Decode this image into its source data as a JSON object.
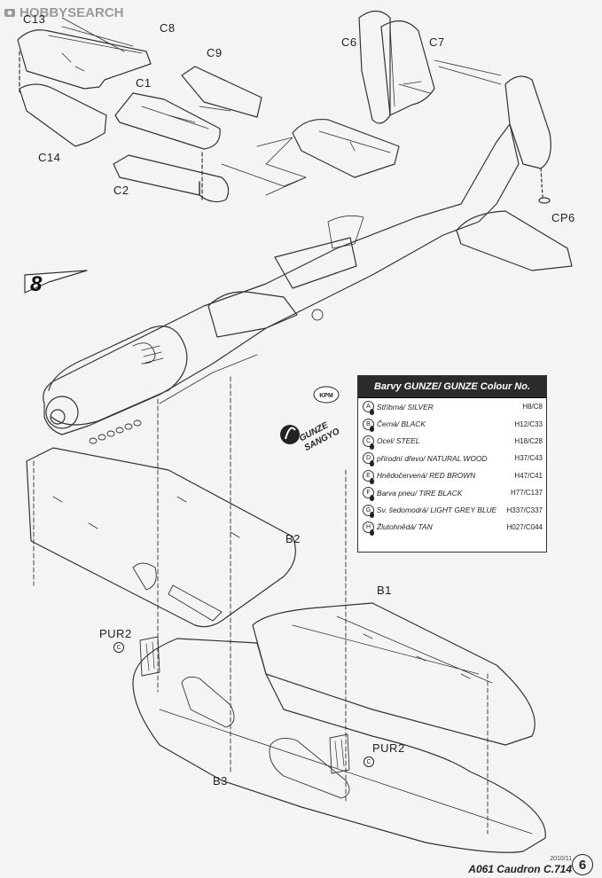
{
  "watermark": {
    "text": "HOBBYSEARCH"
  },
  "step": {
    "number": "8"
  },
  "parts": {
    "c13": "C13",
    "c8": "C8",
    "c9": "C9",
    "c1": "C1",
    "c14": "C14",
    "c2": "C2",
    "c6": "C6",
    "c7": "C7",
    "cp6": "CP6",
    "b2": "B2",
    "b1": "B1",
    "b3": "B3",
    "pur2_left": "PUR2",
    "pur2_right": "PUR2",
    "callout_left": "C",
    "callout_right": "C"
  },
  "gunze_logo": {
    "brand": "GUNZE SANGYO",
    "badge": "KPM"
  },
  "paint_table": {
    "header": "Barvy GUNZE/ GUNZE Colour No.",
    "rows": [
      {
        "letter": "A",
        "name": "Stříbrná/ SILVER",
        "code": "H8/C8"
      },
      {
        "letter": "B",
        "name": "Černá/ BLACK",
        "code": "H12/C33"
      },
      {
        "letter": "C",
        "name": "Ocel/ STEEL",
        "code": "H18/C28"
      },
      {
        "letter": "D",
        "name": "přírodní dřevo/ NATURAL WOOD",
        "code": "H37/C43"
      },
      {
        "letter": "E",
        "name": "Hnědočervená/ RED BROWN",
        "code": "H47/C41"
      },
      {
        "letter": "F",
        "name": "Barva pneu/ TIRE BLACK",
        "code": "H77/C137"
      },
      {
        "letter": "G",
        "name": "Sv. šedomodrá/ LIGHT GREY BLUE",
        "code": "H337/C337"
      },
      {
        "letter": "H",
        "name": "Žlutohnědá/ TAN",
        "code": "H027/C044"
      }
    ]
  },
  "footer": {
    "date": "2010/11",
    "title": "A061 Caudron C.714",
    "page": "6"
  }
}
